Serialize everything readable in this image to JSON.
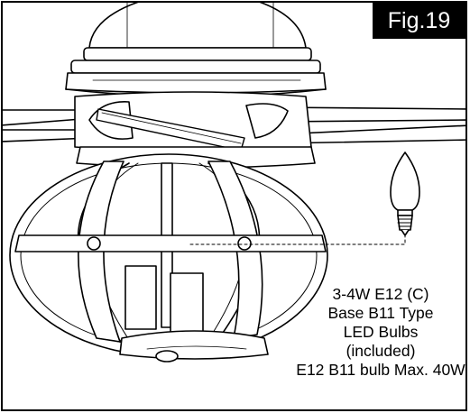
{
  "figure": {
    "label": "Fig.19"
  },
  "callout": {
    "lines": [
      "3-4W E12 (C)",
      "Base B11 Type",
      "LED Bulbs",
      "(included)",
      "E12 B11 bulb Max. 40W"
    ]
  },
  "icons": [
    "ceiling-fan-light-kit-illustration",
    "candelabra-bulb-icon"
  ],
  "colors": {
    "ink": "#000000",
    "paper": "#ffffff",
    "badge": "#000000"
  }
}
